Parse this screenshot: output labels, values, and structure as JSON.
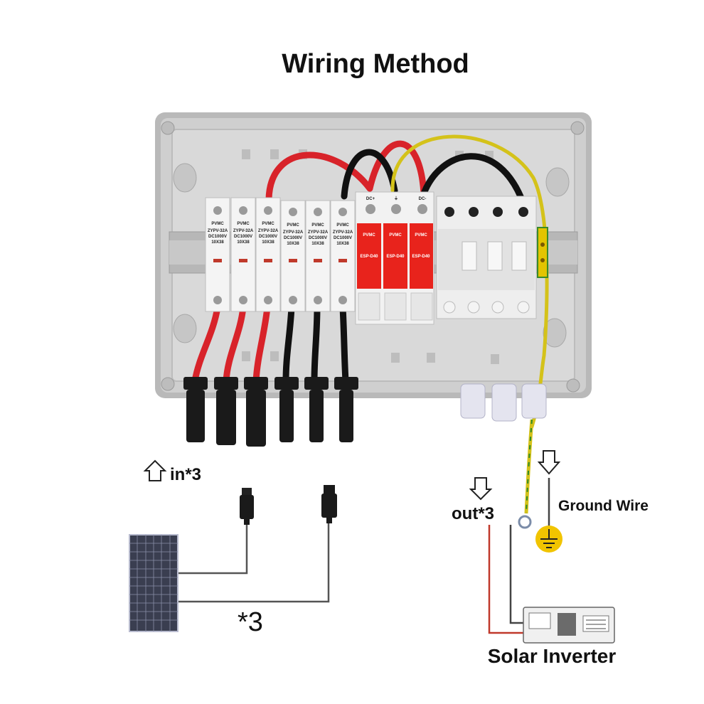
{
  "title": "Wiring Method",
  "labels": {
    "input": "in*3",
    "output": "out*3",
    "ground": "Ground Wire",
    "panel_count": "*3",
    "inverter": "Solar Inverter"
  },
  "enclosure": {
    "brand": "PVMC",
    "fuse_model": "ZYPV-32A",
    "fuse_rating": "DC1000V",
    "fuse_size": "10X38",
    "spd_model": "ESP-D40",
    "spd_terminals": [
      "DC+",
      "⏚",
      "DC-"
    ]
  },
  "colors": {
    "positive_wire": "#d8232a",
    "negative_wire": "#111111",
    "ground_wire": "#d4c21a",
    "spd_body": "#e8231c",
    "enclosure": "#c9c9c9"
  }
}
